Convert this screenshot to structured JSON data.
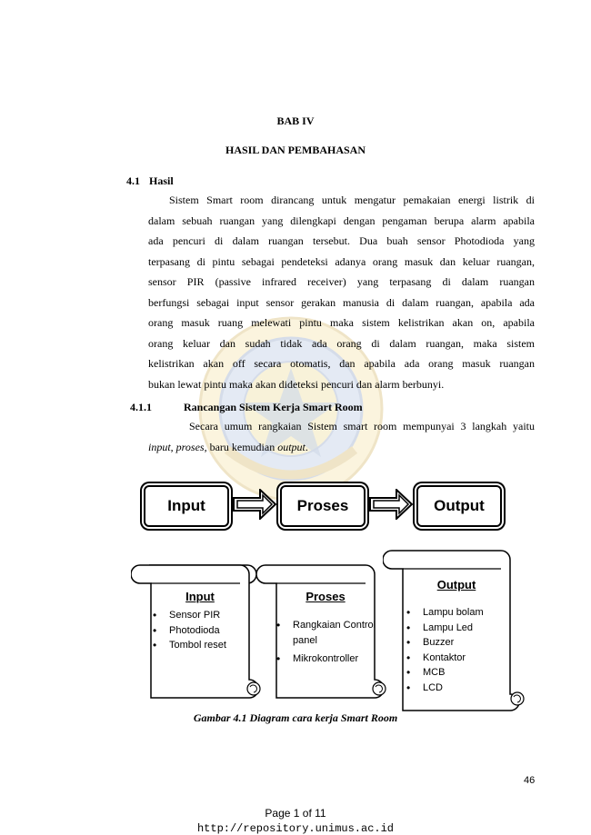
{
  "heading": {
    "chapter": "BAB IV",
    "title": "HASIL DAN PEMBAHASAN"
  },
  "section": {
    "number": "4.1",
    "title": "Hasil"
  },
  "paragraph1": {
    "lines": [
      "Sistem Smart room dirancang untuk mengatur pemakaian energi listrik di",
      "dalam sebuah ruangan yang dilengkapi dengan pengaman berupa alarm apabila",
      "ada pencuri di dalam ruangan tersebut. Dua buah sensor Photodioda yang",
      "terpasang di pintu sebagai pendeteksi adanya orang masuk dan keluar ruangan,",
      "sensor PIR (passive infrared receiver) yang terpasang di dalam ruangan",
      "berfungsi sebagai input sensor gerakan manusia di dalam ruangan, apabila ada",
      "orang masuk ruang melewati pintu maka sistem kelistrikan akan on, apabila",
      "orang keluar dan sudah tidak ada orang di dalam ruangan, maka sistem",
      "kelistrikan akan off secara otomatis, dan apabila ada orang masuk ruangan",
      "bukan lewat pintu maka akan dideteksi pencuri dan alarm berbunyi."
    ]
  },
  "subsection": {
    "number": "4.1.1",
    "title": "Rancangan Sistem Kerja Smart Room"
  },
  "paragraph2": {
    "line1": "Secara umum rangkaian Sistem smart room mempunyai 3 langkah yaitu",
    "term1": "input",
    "sep1": ", ",
    "term2": "proses",
    "mid": ", baru kemudian ",
    "term3": "output",
    "end": "."
  },
  "flow": {
    "input": "Input",
    "proses": "Proses",
    "output": "Output"
  },
  "scrolls": {
    "input": {
      "title": "Input",
      "items": [
        "Sensor PIR",
        "Photodioda",
        "Tombol reset"
      ]
    },
    "proses": {
      "title": "Proses",
      "items": [
        "Rangkaian Control panel",
        "Mikrokontroller"
      ]
    },
    "output": {
      "title": "Output",
      "items": [
        "Lampu bolam",
        "Lampu Led",
        "Buzzer",
        "Kontaktor",
        "MCB",
        "LCD"
      ]
    }
  },
  "caption": "Gambar 4.1 Diagram cara kerja Smart Room",
  "page_number": "46",
  "footer": {
    "page_of": "Page 1 of 11",
    "url": "http://repository.unimus.ac.id"
  }
}
